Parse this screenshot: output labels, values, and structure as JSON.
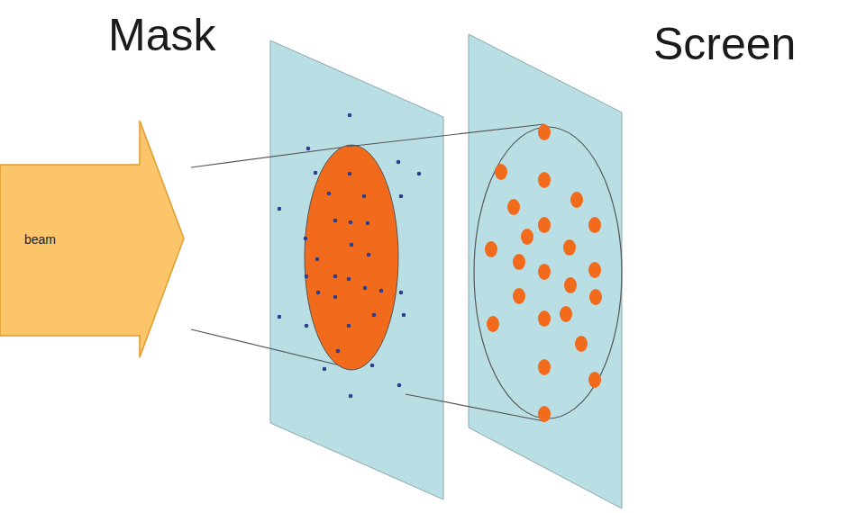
{
  "diagram": {
    "nodes": [
      {
        "text": [
          "beam"
        ]
      }
    ],
    "labels": [
      "Mask",
      "Screen"
    ]
  }
}
